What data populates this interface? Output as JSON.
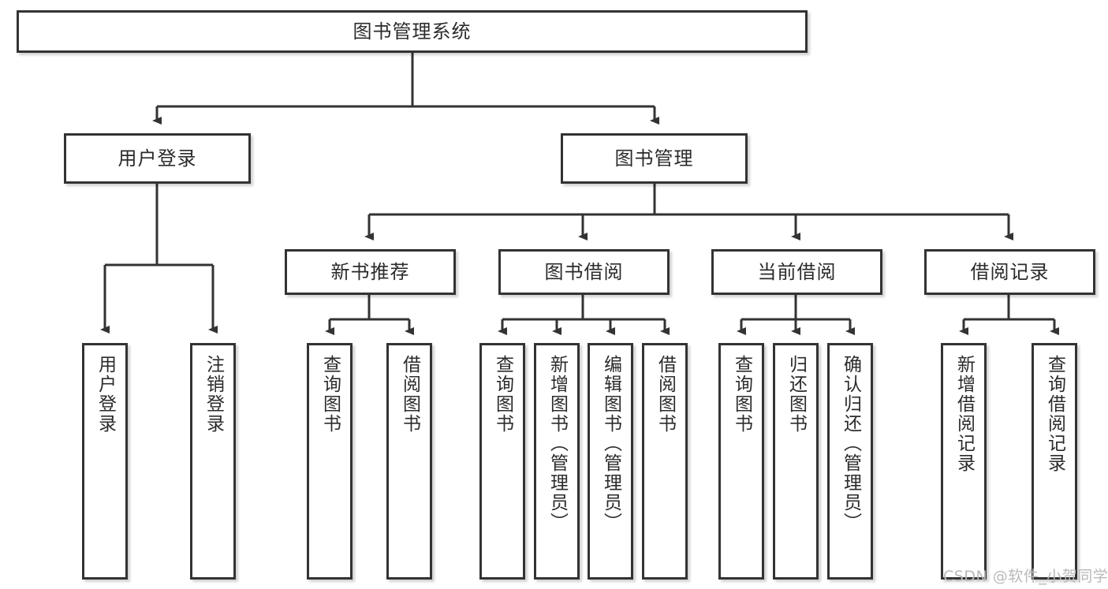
{
  "diagram": {
    "title": "图书管理系统",
    "type": "hierarchy-tree",
    "watermark": "CSDN @软件_小贺同学",
    "colors": {
      "node_border": "#333333",
      "node_fill": "#ffffff",
      "edge": "#333333",
      "text": "#2b2b2b",
      "watermark": "#b9b9b9",
      "background": "#ffffff"
    },
    "levels": [
      {
        "level": 1,
        "nodes": [
          {
            "id": "root",
            "label": "图书管理系统",
            "orientation": "horizontal"
          }
        ]
      },
      {
        "level": 2,
        "nodes": [
          {
            "id": "user-login",
            "label": "用户登录",
            "orientation": "horizontal"
          },
          {
            "id": "book-management",
            "label": "图书管理",
            "orientation": "horizontal"
          }
        ]
      },
      {
        "level": 3,
        "nodes": [
          {
            "id": "new-book-recommend",
            "label": "新书推荐",
            "orientation": "horizontal"
          },
          {
            "id": "book-borrow",
            "label": "图书借阅",
            "orientation": "horizontal"
          },
          {
            "id": "current-borrow",
            "label": "当前借阅",
            "orientation": "horizontal"
          },
          {
            "id": "borrow-record",
            "label": "借阅记录",
            "orientation": "horizontal"
          }
        ]
      },
      {
        "level": 4,
        "nodes": [
          {
            "id": "leaf-user-login",
            "label": "用户登录",
            "orientation": "vertical",
            "parent": "user-login"
          },
          {
            "id": "leaf-user-logout",
            "label": "注销登录",
            "orientation": "vertical",
            "parent": "user-login"
          },
          {
            "id": "leaf-query-book-1",
            "label": "查询图书",
            "orientation": "vertical",
            "parent": "new-book-recommend"
          },
          {
            "id": "leaf-borrow-book-1",
            "label": "借阅图书",
            "orientation": "vertical",
            "parent": "new-book-recommend"
          },
          {
            "id": "leaf-query-book-2",
            "label": "查询图书",
            "orientation": "vertical",
            "parent": "book-borrow"
          },
          {
            "id": "leaf-add-book",
            "label": "新增图书（管理员）",
            "orientation": "vertical",
            "parent": "book-borrow"
          },
          {
            "id": "leaf-edit-book",
            "label": "编辑图书（管理员）",
            "orientation": "vertical",
            "parent": "book-borrow"
          },
          {
            "id": "leaf-borrow-book-2",
            "label": "借阅图书",
            "orientation": "vertical",
            "parent": "book-borrow"
          },
          {
            "id": "leaf-query-book-3",
            "label": "查询图书",
            "orientation": "vertical",
            "parent": "current-borrow"
          },
          {
            "id": "leaf-return-book",
            "label": "归还图书",
            "orientation": "vertical",
            "parent": "current-borrow"
          },
          {
            "id": "leaf-confirm-return",
            "label": "确认归还（管理员）",
            "orientation": "vertical",
            "parent": "current-borrow"
          },
          {
            "id": "leaf-add-borrow-record",
            "label": "新增借阅记录",
            "orientation": "vertical",
            "parent": "borrow-record"
          },
          {
            "id": "leaf-query-borrow-record",
            "label": "查询借阅记录",
            "orientation": "vertical",
            "parent": "borrow-record"
          }
        ]
      }
    ]
  }
}
